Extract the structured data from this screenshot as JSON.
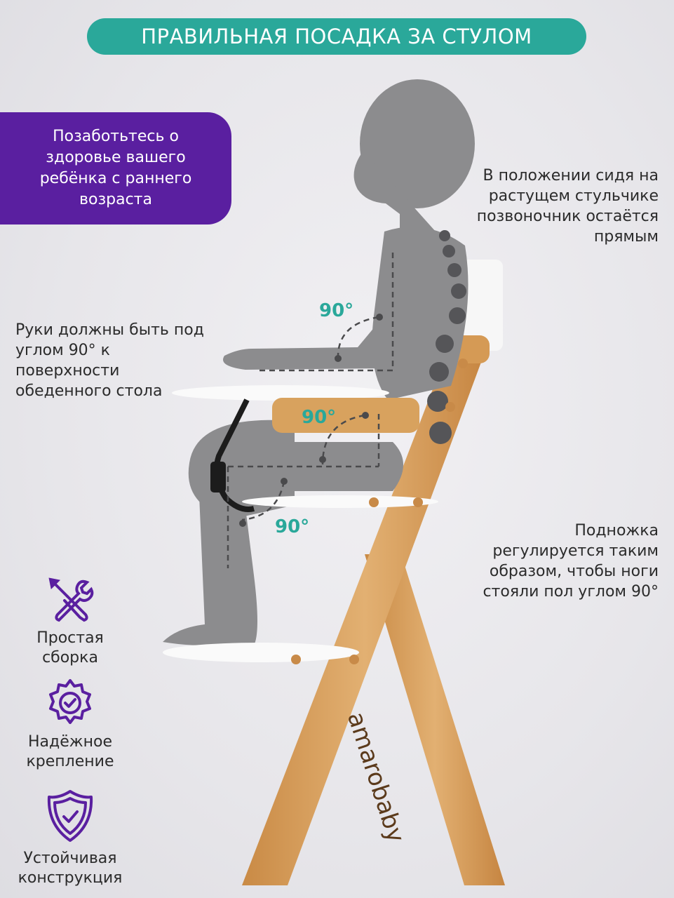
{
  "title": "ПРАВИЛЬНАЯ ПОСАДКА ЗА СТУЛОМ",
  "promo": "Позаботьтесь о здоровье вашего ребёнка с раннего возраста",
  "notes": {
    "spine": "В положении сидя на растущем стульчике позвоночник остаётся прямым",
    "arms": "Руки должны быть под углом 90° к поверхности обеденного стола",
    "footrest": "Подножка регулируется таким образом, чтобы ноги стояли пол углом 90°"
  },
  "angles": {
    "arm": "90°",
    "hip": "90°",
    "knee": "90°"
  },
  "brand": "amarobaby",
  "features": [
    {
      "label": "Простая сборка",
      "icon": "tools-icon"
    },
    {
      "label": "Надёжное крепление",
      "icon": "gear-check-icon"
    },
    {
      "label": "Устойчивая конструкция",
      "icon": "shield-check-icon"
    }
  ],
  "colors": {
    "accent": "#2aa89a",
    "purple": "#5a1fa0",
    "wood": "#d9a35f",
    "silhouette": "#8a8a8c"
  }
}
